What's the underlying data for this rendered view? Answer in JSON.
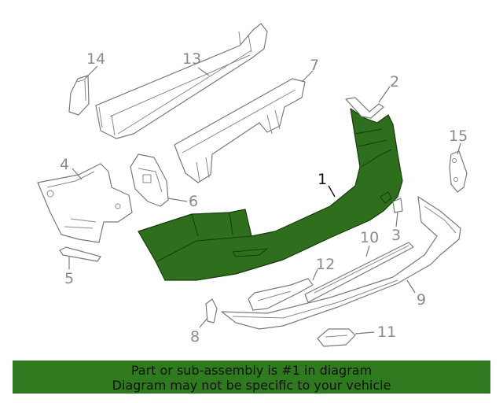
{
  "callouts": {
    "c1": "1",
    "c2": "2",
    "c3": "3",
    "c4": "4",
    "c5": "5",
    "c6": "6",
    "c7": "7",
    "c8": "8",
    "c9": "9",
    "c10": "10",
    "c11": "11",
    "c12": "12",
    "c13": "13",
    "c14": "14",
    "c15": "15"
  },
  "colors": {
    "highlight_part": "#2f6e1c",
    "footer_background": "#2f7a1e",
    "line_gray": "#7a7a7a"
  },
  "footer": {
    "line1": "Part or sub-assembly is #1 in diagram",
    "line2": "Diagram may not be specific to your vehicle"
  }
}
